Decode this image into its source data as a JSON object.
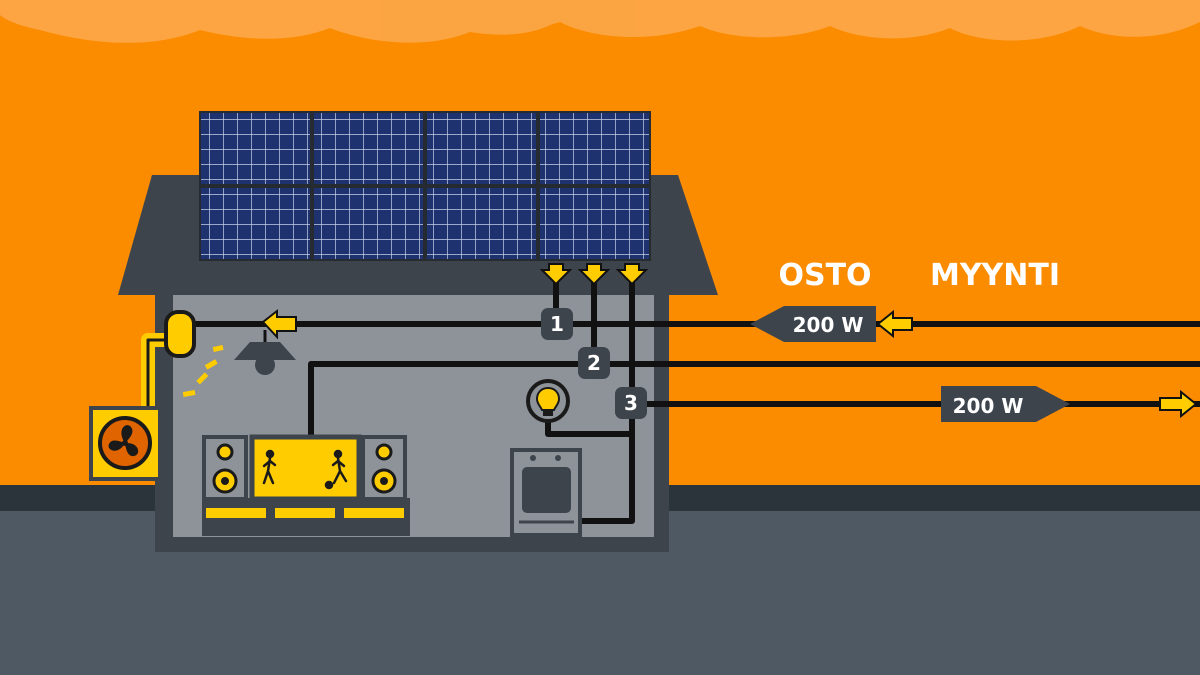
{
  "labels": {
    "osto": "OSTO",
    "myynti": "MYYNTI"
  },
  "flows": {
    "buy_power": "200 W",
    "sell_power": "200 W"
  },
  "circuits": [
    "1",
    "2",
    "3"
  ],
  "colors": {
    "sky": "#fb8c00",
    "ground": "#4f5963",
    "house": "#3d444c",
    "interior": "#8e9399",
    "accent": "#ffcc00",
    "panel": "#1f3270",
    "wire": "#111111"
  },
  "icons": [
    "solar-panel-icon",
    "fan-icon",
    "lamp-icon",
    "light-bulb-icon",
    "tv-icon",
    "speaker-icon",
    "oven-icon",
    "arrow-icon"
  ]
}
